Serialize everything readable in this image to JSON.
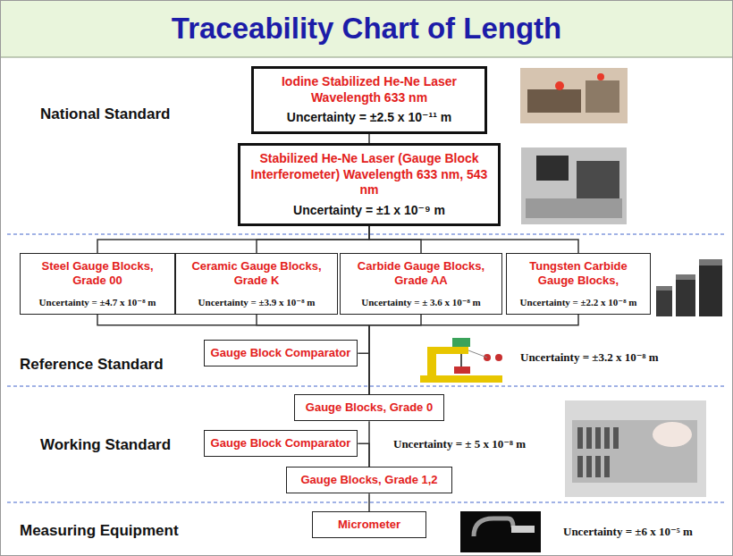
{
  "diagram": {
    "title": "Traceability Chart of Length",
    "nodes": [
      {
        "text": [
          "Iodine Stabilized He-Ne Laser Wavelength 633 nm",
          "Uncertainty = ±2.5 x 10⁻¹¹ m"
        ]
      },
      {
        "text": [
          "Stabilized He-Ne Laser (Gauge Block Interferometer) Wavelength 633 nm, 543 nm",
          "Uncertainty = ±1 x 10⁻⁹ m"
        ]
      },
      {
        "text": [
          "Steel Gauge Blocks, Grade 00",
          "Uncertainty = ±4.7 x 10⁻⁸ m"
        ]
      },
      {
        "text": [
          "Ceramic Gauge Blocks, Grade K",
          "Uncertainty = ±3.9 x 10⁻⁸ m"
        ]
      },
      {
        "text": [
          "Carbide Gauge Blocks, Grade AA",
          "Uncertainty = ± 3.6 x 10⁻⁸ m"
        ]
      },
      {
        "text": [
          "Tungsten Carbide Gauge Blocks,",
          "Uncertainty = ±2.2 x 10⁻⁸ m"
        ]
      },
      {
        "text": [
          "Gauge Block Comparator"
        ]
      },
      {
        "text": [
          "Gauge Blocks, Grade 0"
        ]
      },
      {
        "text": [
          "Gauge Block Comparator"
        ]
      },
      {
        "text": [
          "Gauge Blocks, Grade 1,2"
        ]
      },
      {
        "text": [
          "Micrometer"
        ]
      }
    ],
    "edges": [
      {
        "from": 0,
        "to": 1,
        "arrow": "none"
      },
      {
        "from": 1,
        "to": 2,
        "arrow": "none"
      },
      {
        "from": 1,
        "to": 3,
        "arrow": "none"
      },
      {
        "from": 1,
        "to": 4,
        "arrow": "none"
      },
      {
        "from": 1,
        "to": 5,
        "arrow": "none"
      },
      {
        "from": 2,
        "to": 7,
        "arrow": "none"
      },
      {
        "from": 3,
        "to": 7,
        "arrow": "none"
      },
      {
        "from": 4,
        "to": 7,
        "arrow": "none"
      },
      {
        "from": 5,
        "to": 7,
        "arrow": "none"
      },
      {
        "from": 6,
        "to": 7,
        "arrow": "none"
      },
      {
        "from": 7,
        "to": 9,
        "arrow": "none"
      },
      {
        "from": 8,
        "to": 9,
        "arrow": "none"
      },
      {
        "from": 9,
        "to": 10,
        "arrow": "none"
      }
    ],
    "labels": [
      "National Standard",
      "Reference Standard",
      "Working Standard",
      "Measuring Equipment",
      "Uncertainty = ±3.2 x 10⁻⁸ m",
      "Uncertainty = ± 5 x 10⁻⁸ m",
      "Uncertainty = ±6 x 10⁻⁵ m"
    ]
  }
}
